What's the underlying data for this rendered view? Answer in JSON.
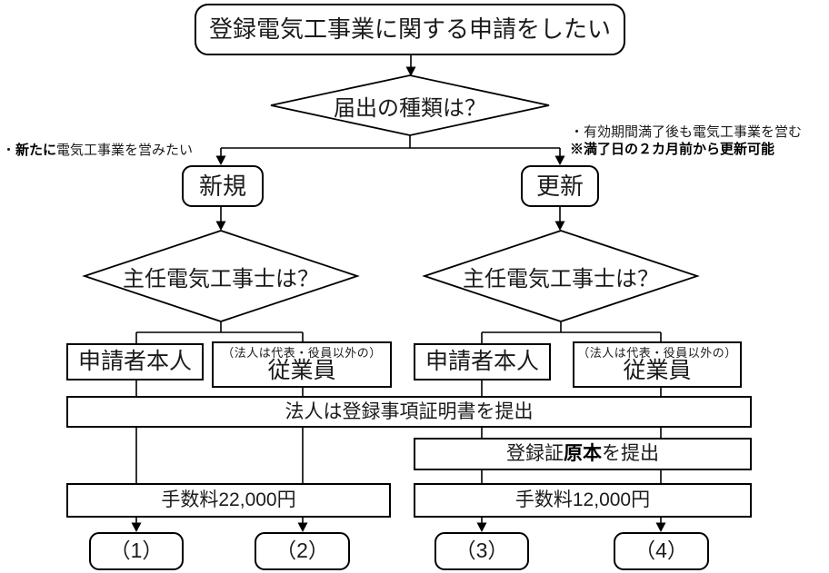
{
  "flow": {
    "start": "登録電気工事業に関する申請をしたい",
    "decision_type": "届出の種類は？",
    "annotation_new": {
      "bullet": "・",
      "bold": "新たに",
      "rest": "電気工事業を営みたい"
    },
    "annotation_renew": {
      "line1": "・有効期間満了後も電気工事業を営む",
      "line2": "※満了日の２カ月前から更新可能"
    },
    "branch_new": "新規",
    "branch_renew": "更新",
    "decision_chief_left": "主任電気工事士は？",
    "decision_chief_right": "主任電気工事士は？",
    "applicant_left": "申請者本人",
    "employee_left": {
      "note": "（法人は代表・役員以外の）",
      "label": "従業員"
    },
    "applicant_right": "申請者本人",
    "employee_right": {
      "note": "（法人は代表・役員以外の）",
      "label": "従業員"
    },
    "corp_note": "法人は登録事項証明書を提出",
    "cert_note": {
      "prefix": "登録証",
      "bold": "原本",
      "suffix": "を提出"
    },
    "fee_new": "手数料22,000円",
    "fee_renew": "手数料12,000円",
    "results": [
      "（1）",
      "（2）",
      "（3）",
      "（4）"
    ],
    "colors": {
      "line": "#000000",
      "text": "#1b1b1b",
      "background": "#ffffff"
    }
  }
}
